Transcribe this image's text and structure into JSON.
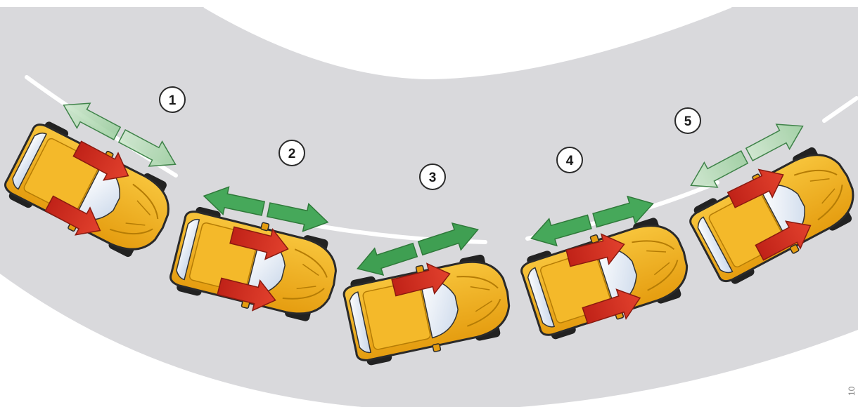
{
  "steps": [
    {
      "label": "1"
    },
    {
      "label": "2"
    },
    {
      "label": "3"
    },
    {
      "label": "4"
    },
    {
      "label": "5"
    }
  ],
  "corner_number": "10",
  "colors": {
    "road": "#d9d9dc",
    "road_center_line": "#ffffff",
    "car_body": "#f2b21b",
    "car_body_dark": "#c98b0a",
    "car_outline": "#2a2a2a",
    "glass": "#eef3fb",
    "force_arrow_red": "#d42a1c",
    "lateral_arrow_green": "#2f9a46",
    "lateral_arrow_green_faded": "#b8dcb9"
  }
}
